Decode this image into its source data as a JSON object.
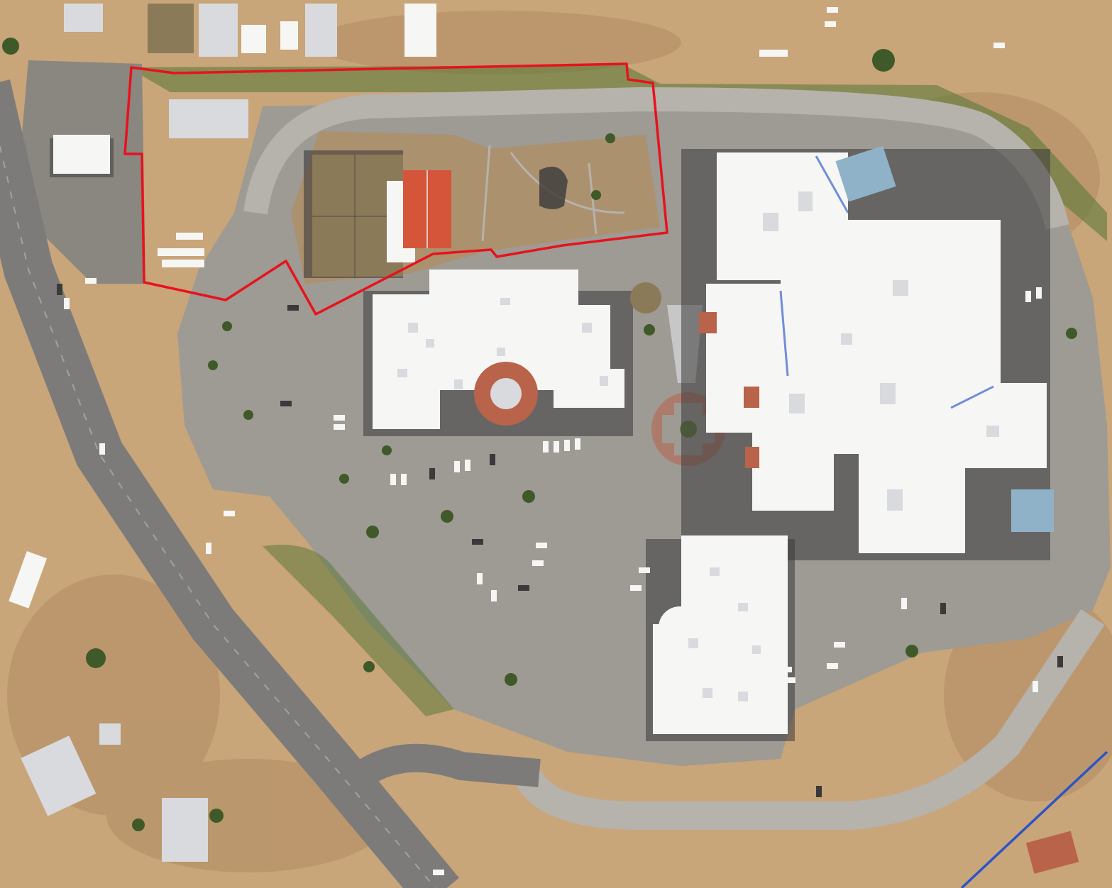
{
  "map": {
    "kind": "aerial-site-photo",
    "colors": {
      "terrain": "#c9a57a",
      "terrain_dark": "#b08d63",
      "pavement": "#9e9a94",
      "pavement_dark": "#8a8680",
      "highway": "#7d7b7a",
      "roof_white": "#f6f6f4",
      "roof_gray": "#d8dade",
      "roof_tan": "#8a7a58",
      "roof_red": "#d4553a",
      "roof_terracotta": "#b8634a",
      "vegetation": "#5d7a3a",
      "vegetation_dark": "#3f5a28",
      "shadow": "#3a3a3a",
      "court_blue": "#8fb2c8",
      "boundary_red": "#e8121c",
      "line_blue": "#2a55c8"
    },
    "annotations": [
      {
        "id": "site-boundary",
        "shape": "polygon",
        "stroke": "red"
      },
      {
        "id": "utility-line",
        "shape": "line",
        "stroke": "blue"
      }
    ]
  }
}
